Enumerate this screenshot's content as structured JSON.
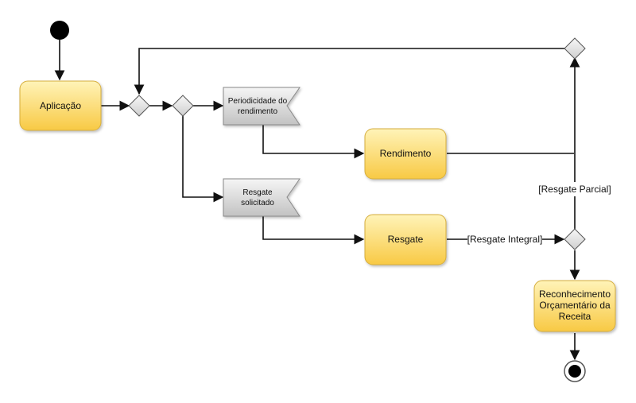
{
  "nodes": {
    "aplicacao": "Aplicação",
    "periodicidade": [
      "Periodicidade do",
      "rendimento"
    ],
    "resgate_solicitado": [
      "Resgate",
      "solicitado"
    ],
    "rendimento": "Rendimento",
    "resgate": "Resgate",
    "reconhecimento": [
      "Reconhecimento",
      "Orçamentário da",
      "Receita"
    ]
  },
  "guards": {
    "resgate_parcial": "[Resgate Parcial]",
    "resgate_integral": "[Resgate Integral]"
  },
  "colors": {
    "action_fill_top": "#fff1b0",
    "action_fill_bottom": "#f9cb4a",
    "action_stroke": "#c9a23a",
    "signal_fill_top": "#f2f2f2",
    "signal_fill_bottom": "#c4c4c4",
    "line": "#111111"
  }
}
